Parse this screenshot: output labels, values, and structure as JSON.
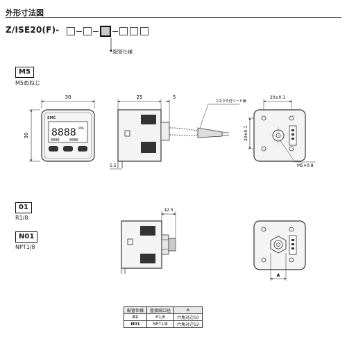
{
  "header": {
    "title": "外形寸法図"
  },
  "model": {
    "text": "Z/ISE20(F)-",
    "piping_spec_label": "配管仕様"
  },
  "sections": [
    {
      "code": "M5",
      "name": "M5めねじ"
    },
    {
      "code": "01",
      "name": "R1/8"
    },
    {
      "code": "N01",
      "name": "NPT1/8"
    }
  ],
  "front_view": {
    "width_dim": "30",
    "height_dim": "30",
    "brand": "SMC",
    "display_digits": "8888",
    "unit": "MPa",
    "sub_digits_left": "8888",
    "sub_digits_right": "8888"
  },
  "side_view": {
    "depth_dim": "25",
    "offset_dim": "5",
    "bottom_dim": "1.5",
    "connector_label": "コネクタ付リード線"
  },
  "back_view": {
    "width_dim": "20±0.1",
    "height_dim": "20±0.1",
    "thread_label": "M5×0.8"
  },
  "fitting_view": {
    "dim": "12.5",
    "hex_label": "A"
  },
  "spec_table": {
    "headers": [
      "配管仕様",
      "管接続口径",
      "A"
    ],
    "rows": [
      [
        "01",
        "R1/8",
        "六角対辺10"
      ],
      [
        "N01",
        "NPT1/8",
        "六角対辺12"
      ]
    ]
  }
}
